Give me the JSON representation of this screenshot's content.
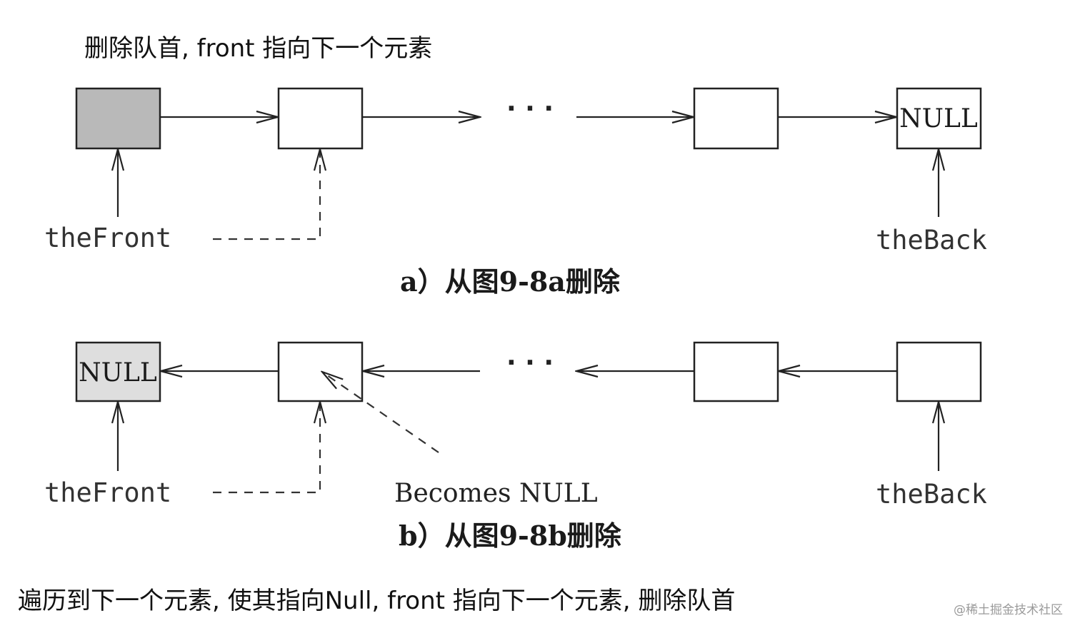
{
  "top_heading": "删除队首, front 指向下一个元素",
  "bottom_heading": "遍历到下一个元素, 使其指向Null, front 指向下一个元素, 删除队首",
  "diagram_a": {
    "caption": "a）从图9-8a删除",
    "back_node_text": "NULL",
    "dots": "· · ·",
    "front_label": "theFront",
    "back_label": "theBack"
  },
  "diagram_b": {
    "caption": "b）从图9-8b删除",
    "front_node_text": "NULL",
    "dots": "· · ·",
    "front_label": "theFront",
    "back_label": "theBack",
    "becomes_label": "Becomes NULL"
  },
  "watermark": "@稀土掘金技术社区"
}
